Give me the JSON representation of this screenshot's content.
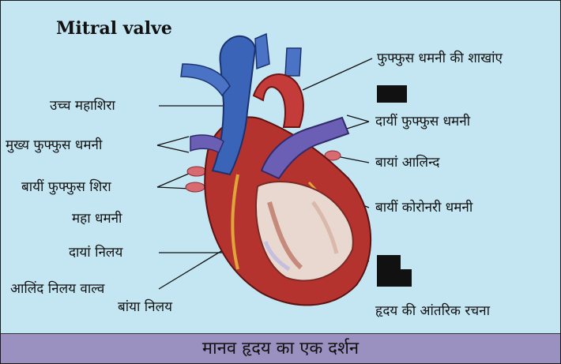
{
  "heading": "Mitral valve",
  "caption": "मानव हृदय का एक दर्शन",
  "labels": {
    "superior_vena_cava": "उच्च महाशिरा",
    "main_pulmonary_artery": "मुख्य फुफ्फुस धमनी",
    "left_pulmonary_vein": "बायीं फुफ्फुस शिरा",
    "aorta": "महा धमनी",
    "right_ventricle": "दायां निलय",
    "atrioventricular_valve": "आलिंद निलय वाल्व",
    "left_ventricle": "बांया निलय",
    "pulmonary_artery_branches": "फुफ्फुस धमनी की शाखांए",
    "right_pulmonary_artery": "दायीं फुफ्फुस धमनी",
    "left_atrium": "बायां आलिन्द",
    "left_coronary_artery": "बायीं कोरोनरी धमनी",
    "internal_structure": "हृदय की आंतरिक रचना"
  },
  "colors": {
    "background": "#c4e6f2",
    "caption_bar": "#9a91c0",
    "muscle": "#b5332e",
    "vein": "#3a64b8",
    "pulmonary_artery": "#6b5fb5"
  }
}
